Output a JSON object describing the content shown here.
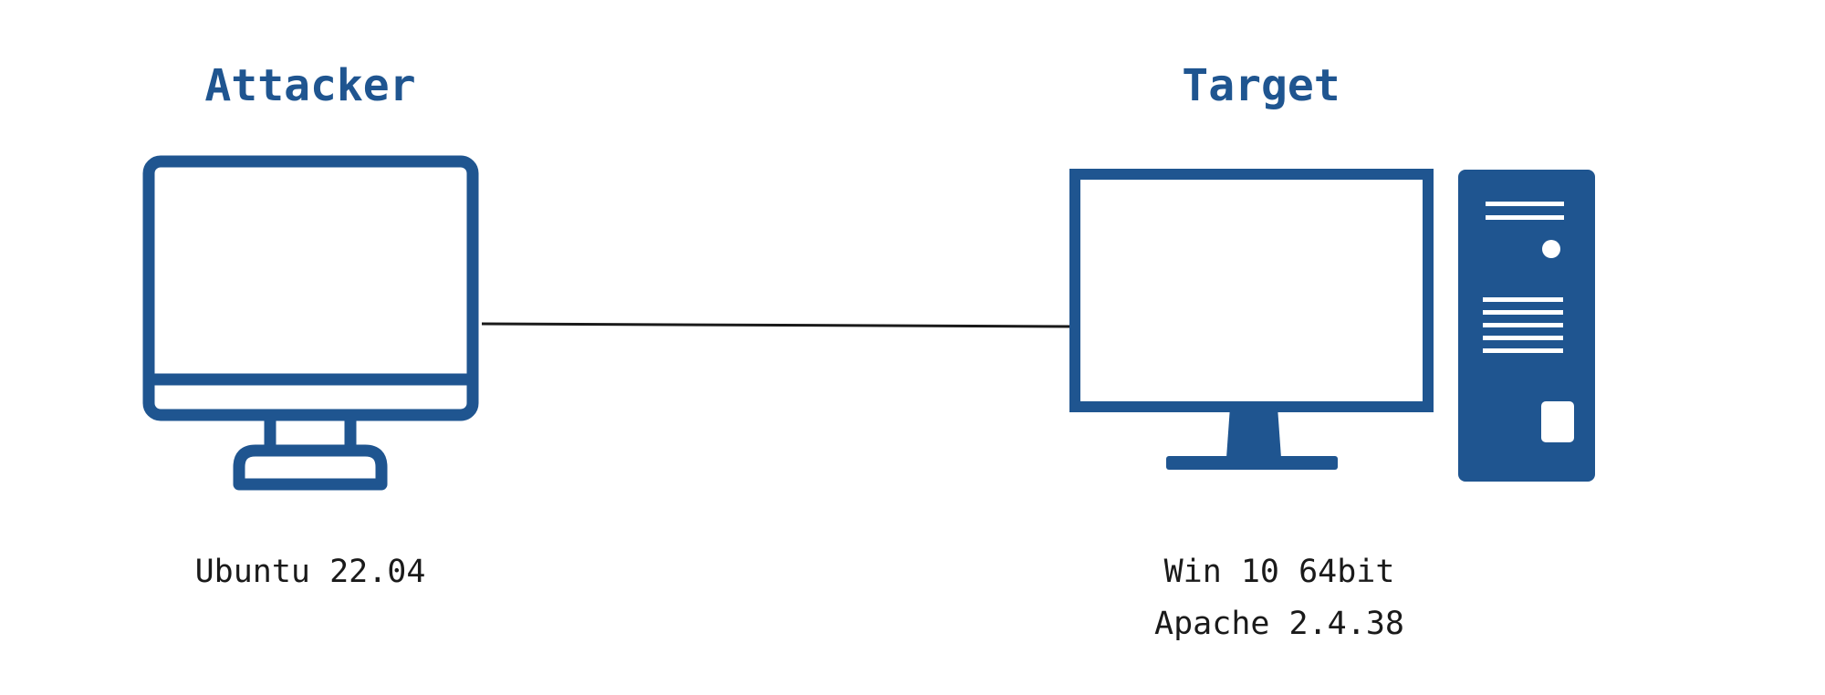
{
  "colors": {
    "primary": "#1f5590",
    "link": "#1a1a1a",
    "text": "#1a1a1a",
    "background": "#ffffff"
  },
  "attacker": {
    "title": "Attacker",
    "icon": "monitor-icon",
    "specs": [
      "Ubuntu 22.04"
    ]
  },
  "target": {
    "title": "Target",
    "icons": [
      "desktop-monitor-icon",
      "pc-tower-icon"
    ],
    "specs": [
      "Win 10 64bit",
      "Apache 2.4.38"
    ]
  }
}
